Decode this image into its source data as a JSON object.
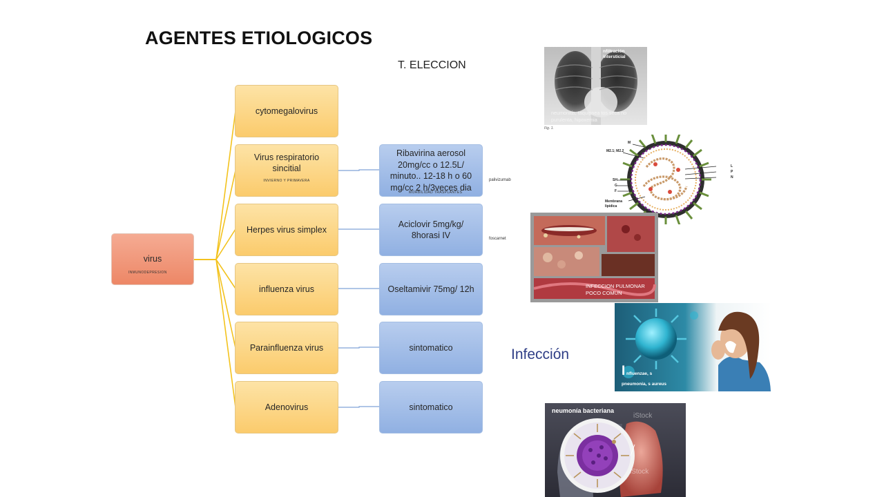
{
  "slide": {
    "title": "AGENTES ETIOLOGICOS",
    "subtitle": "T. ELECCION",
    "infeccion_label": "Infección"
  },
  "diagram": {
    "root": {
      "label": "virus",
      "note": "INMUNODEPRESION"
    },
    "viruses": [
      {
        "label": "cytomegalovirus",
        "note": ""
      },
      {
        "label": "Virus respiratorio sincitial",
        "note": "INVIERNO Y PRIMAVERA"
      },
      {
        "label": "Herpes virus simplex",
        "note": ""
      },
      {
        "label": "influenza virus",
        "note": ""
      },
      {
        "label": "Parainfluenza virus",
        "note": ""
      },
      {
        "label": "Adenovirus",
        "note": ""
      }
    ],
    "treatments": [
      {
        "label": "Ribavirina aerosol 20mg/cc o 12.5L/ minuto.. 12-18 h o 60 mg/cc 2 h/3veces dia",
        "note": "MORBILIDAD TRASPLANTES",
        "side_note": "palivizumab"
      },
      {
        "label": "Aciclovir 5mg/kg/ 8horasi IV",
        "note": "",
        "side_note": "foscarnet"
      },
      {
        "label": "Oseltamivir 75mg/ 12h",
        "note": "",
        "side_note": ""
      },
      {
        "label": "sintomatico",
        "note": "",
        "side_note": ""
      },
      {
        "label": "sintomatico",
        "note": "",
        "side_note": ""
      }
    ]
  },
  "images": {
    "xray": {
      "label_top": "nfiltración intersticial",
      "label_bottom": "neumonitis, taquipnea tos seca no purulenta, hipoxemia",
      "fig": "Fig. 1."
    },
    "virion": {
      "labels": [
        "M",
        "M2.1; M2.2",
        "SH",
        "G",
        "F",
        "Membrana lipídica",
        "L",
        "P",
        "N"
      ]
    },
    "herpes": {
      "caption": "INFECCION PULMONAR POCO COMUN"
    },
    "flu": {
      "big_letter": "I",
      "caption_1": "nfluenzae, s",
      "caption_2": "pneumonia, s aureus"
    },
    "bacterial": {
      "caption": "neumonía bacteriana",
      "watermark": "iStock"
    }
  }
}
